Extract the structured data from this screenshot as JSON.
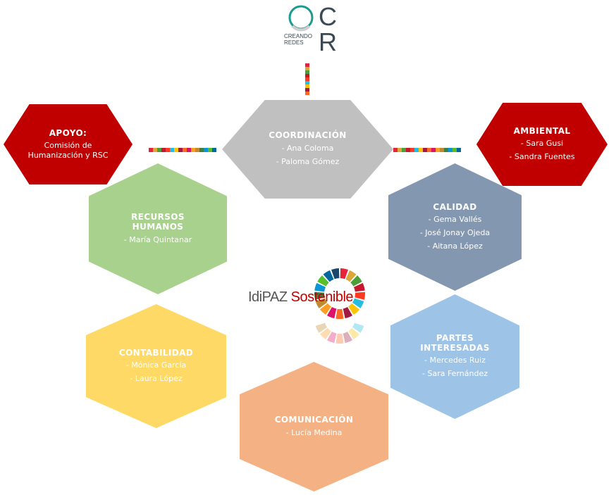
{
  "logo": {
    "line1": "CREANDO",
    "line2": "REDES",
    "letter_c": "C",
    "letter_r": "R"
  },
  "nodes": {
    "coordinacion": {
      "title": "COORDINACIÓN",
      "members": [
        "- Ana Coloma",
        "- Paloma Gómez"
      ],
      "color": "#c0c0c0"
    },
    "apoyo": {
      "title": "APOYO:",
      "lines": [
        "Comisión de",
        "Humanización y RSC"
      ],
      "color": "#c00000"
    },
    "ambiental": {
      "title": "AMBIENTAL",
      "members": [
        "- Sara Gusi",
        "- Sandra Fuentes"
      ],
      "color": "#c00000"
    },
    "rrhh": {
      "title_line1": "RECURSOS",
      "title_line2": "HUMANOS",
      "members": [
        "- María Quintanar"
      ],
      "color": "#a9d18e"
    },
    "calidad": {
      "title": "CALIDAD",
      "members": [
        "- Gema Vallés",
        "- José Jonay Ojeda",
        "- Aitana López"
      ],
      "color": "#8497b0"
    },
    "contabilidad": {
      "title": "CONTABILIDAD",
      "members": [
        "- Mónica  García",
        "- Laura López"
      ],
      "color": "#ffd966"
    },
    "partes": {
      "title_line1": "PARTES",
      "title_line2": "INTERESADAS",
      "members": [
        "- Mercedes Ruiz",
        "- Sara Fernández"
      ],
      "color": "#9dc3e6"
    },
    "comunicacion": {
      "title": "COMUNICACIÓN",
      "members": [
        "- Lucía Medina"
      ],
      "color": "#f4b183"
    }
  },
  "center_logo": {
    "idi": "Idi",
    "paz": "PAZ",
    "sostenible": "Sostenible"
  },
  "sdg_colors": [
    "#e5243b",
    "#dda63a",
    "#4c9f38",
    "#c5192d",
    "#ff3a21",
    "#26bde2",
    "#fcc30b",
    "#a21942",
    "#fd6925",
    "#dd1367",
    "#fd9d24",
    "#bf8b2e",
    "#3f7e44",
    "#0a97d9",
    "#56c02b",
    "#00689d",
    "#19486a"
  ]
}
